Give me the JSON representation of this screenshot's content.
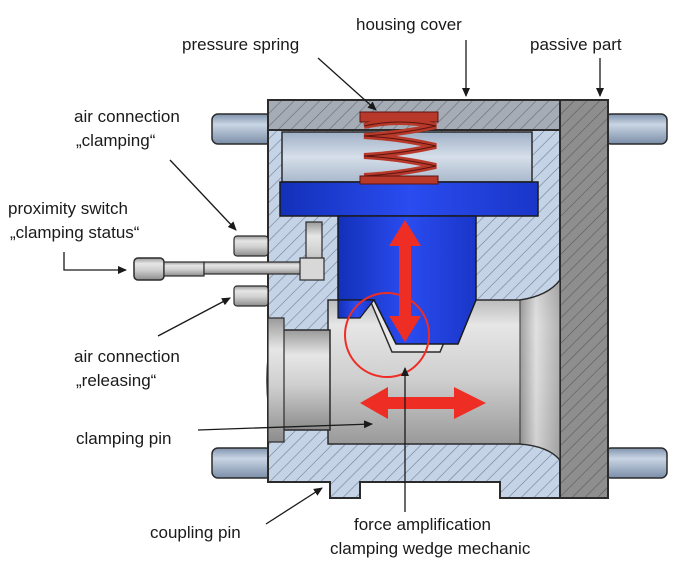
{
  "labels": {
    "housing_cover": "housing cover",
    "pressure_spring": "pressure spring",
    "passive_part": "passive part",
    "air_clamping_line1": "air connection",
    "air_clamping_line2": "„clamping“",
    "proximity_line1": "proximity switch",
    "proximity_line2": "„clamping status“",
    "air_releasing_line1": "air connection",
    "air_releasing_line2": "„releasing“",
    "clamping_pin": "clamping pin",
    "coupling_pin": "coupling pin",
    "force_line1": "force amplification",
    "force_line2": "clamping wedge mechanic"
  },
  "colors": {
    "housing_fill": "#c5d3e6",
    "hatch": "#6f7f99",
    "piston_blue": "#1c3fe0",
    "spring_red": "#b8382a",
    "arrow_red": "#ee2d24",
    "passive_gray": "#8e8e8e",
    "steel_light": "#dcdcdc",
    "steel_dark": "#8a8a8a",
    "pin_blue": "#9fb1c8"
  }
}
